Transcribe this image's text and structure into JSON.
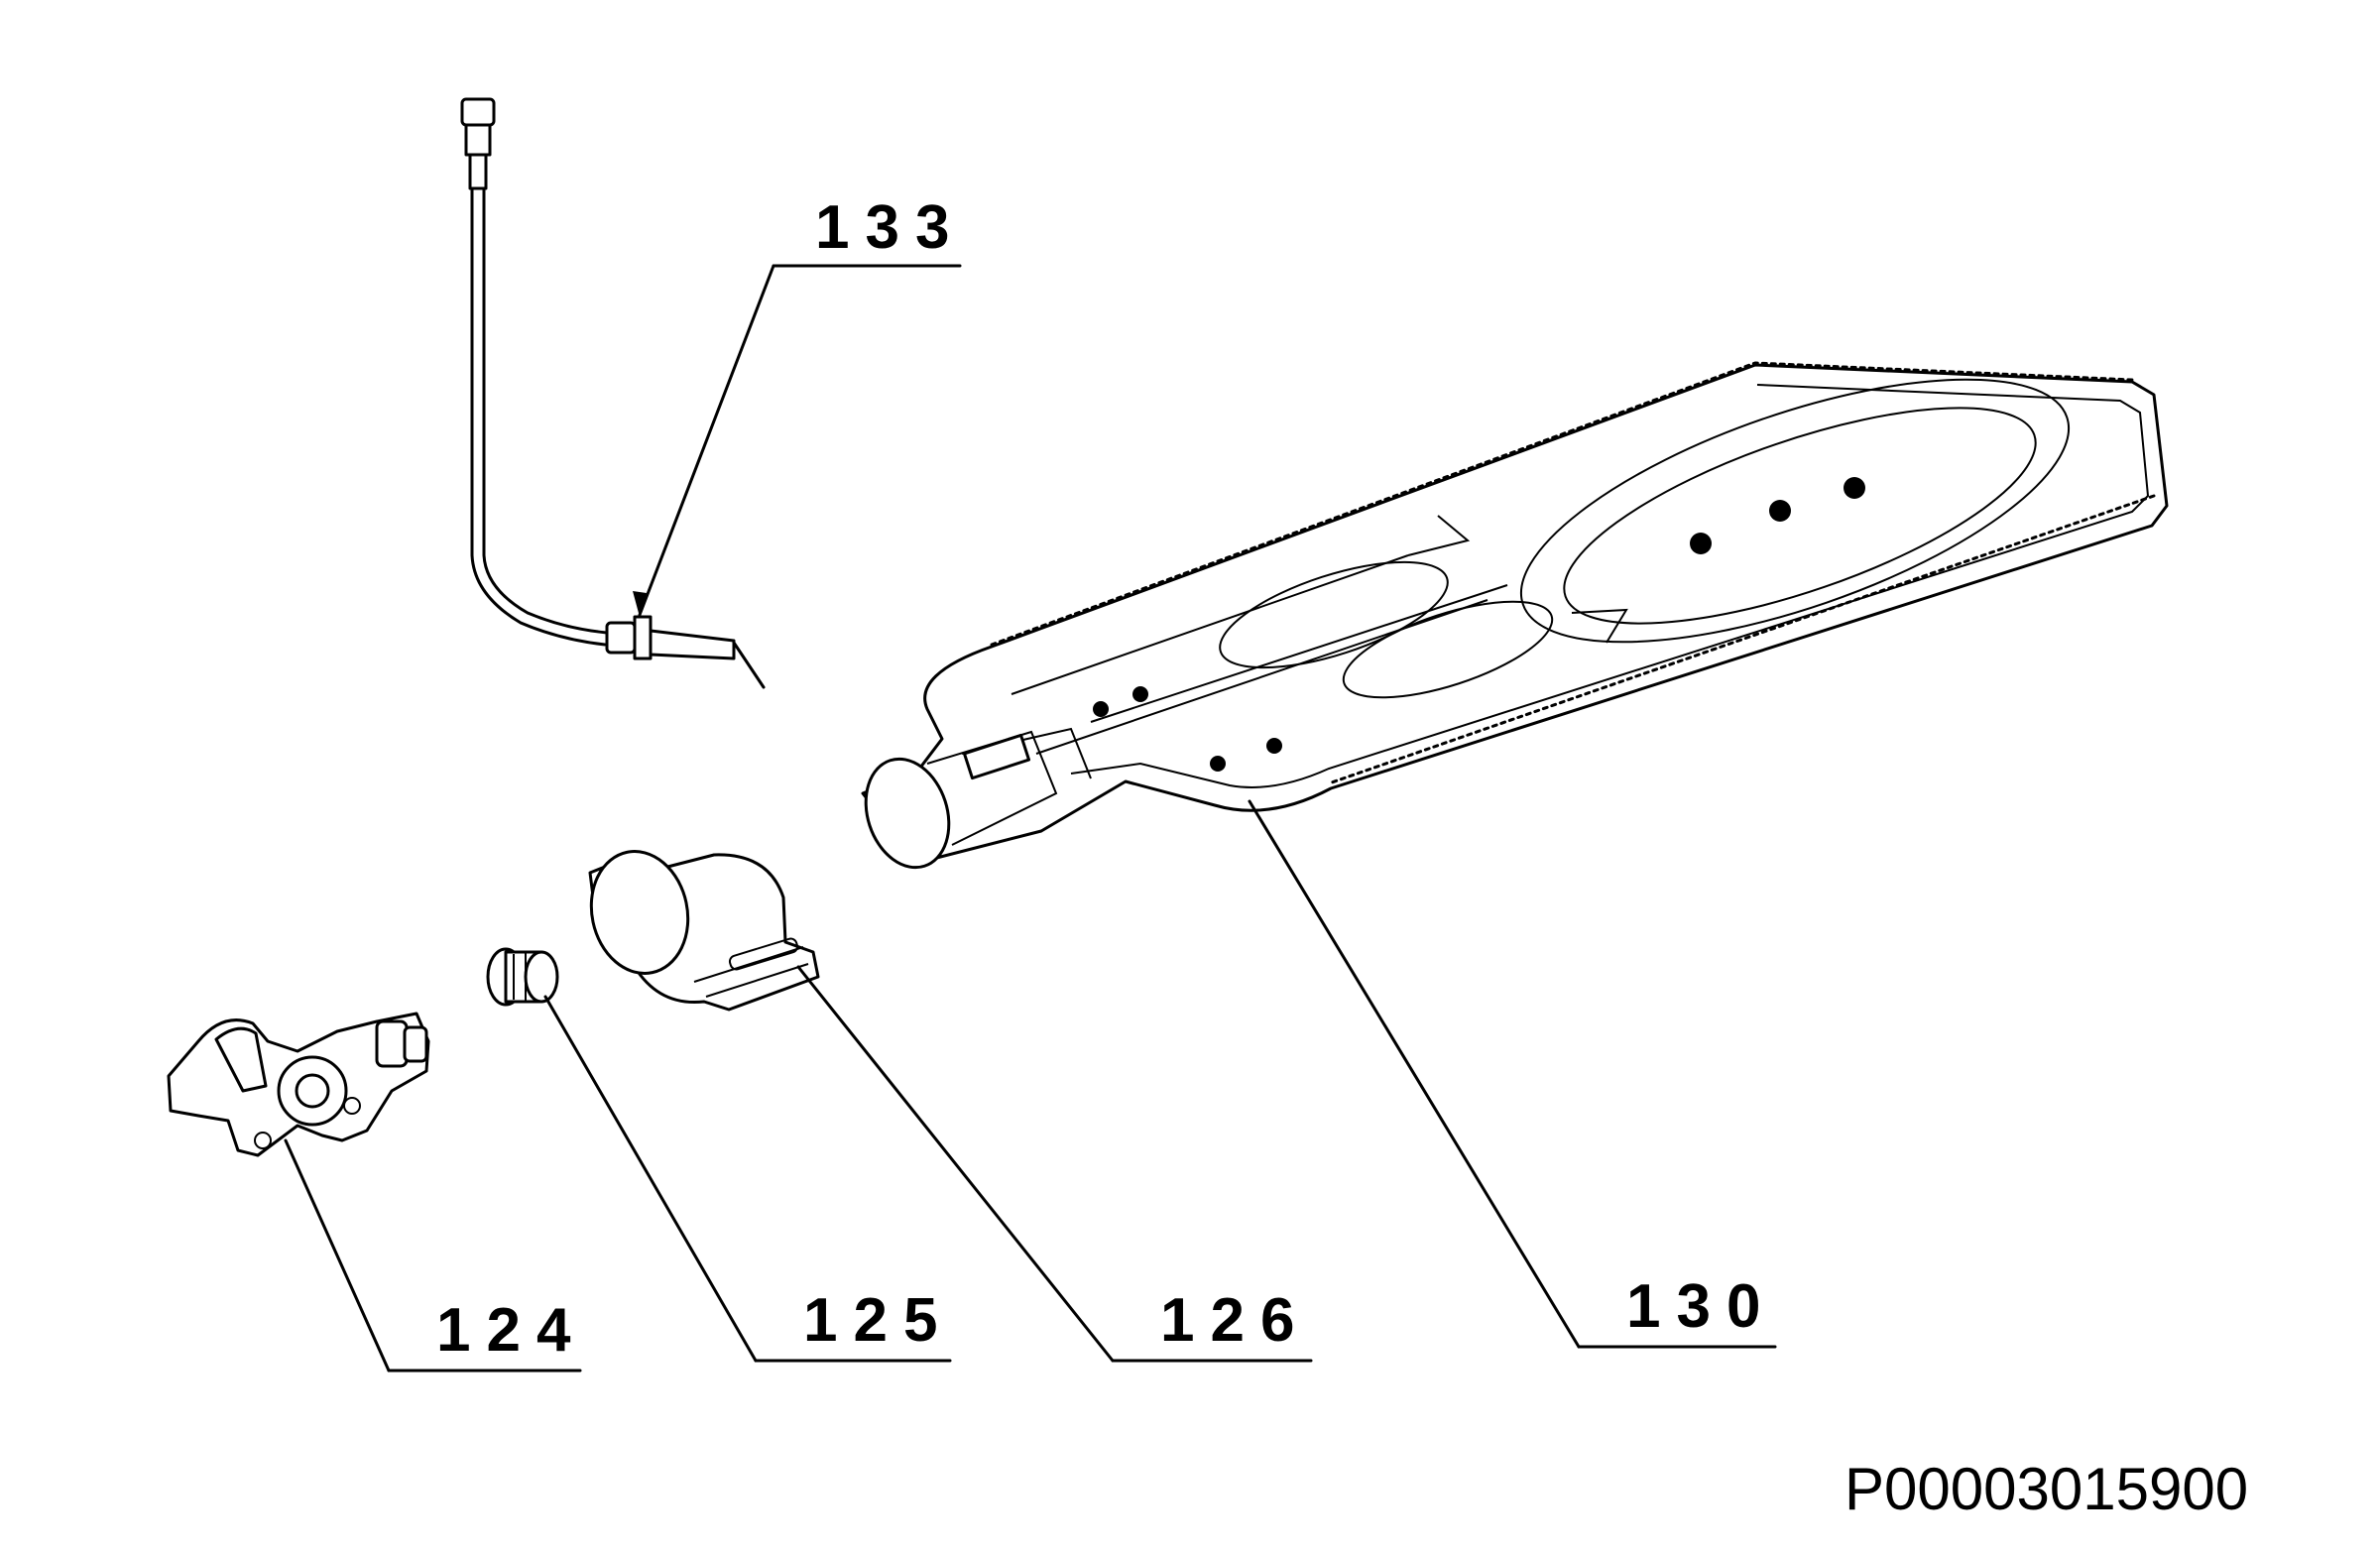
{
  "diagram": {
    "callouts": {
      "c133": "133",
      "c124": "124",
      "c125": "125",
      "c126": "126",
      "c130": "130"
    },
    "drawing_code": "P00003015900"
  }
}
